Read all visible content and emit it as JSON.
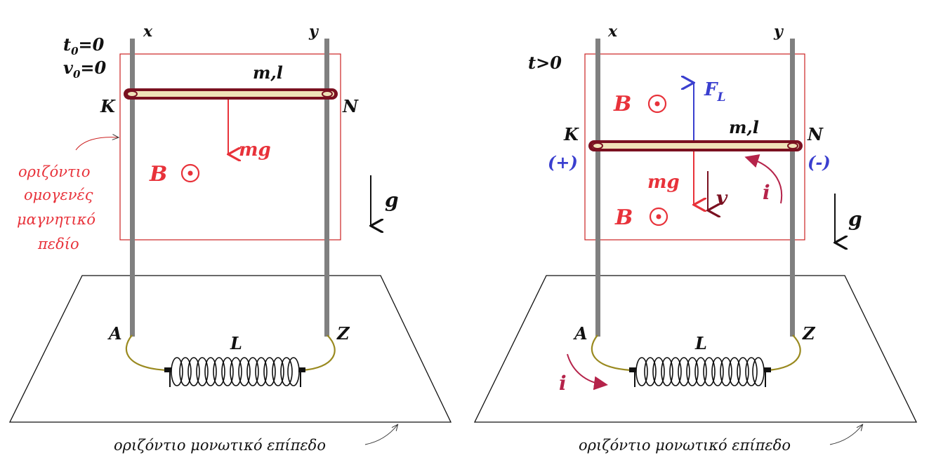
{
  "colors": {
    "field_box": "#cc2222",
    "rail": "#808080",
    "rod_outline": "#7a1020",
    "rod_fill": "#f0e2b8",
    "wire": "#9a8a20",
    "red": "#e8323a",
    "blue": "#3a3fcf",
    "crimson": "#b5234a"
  },
  "left": {
    "label_x": "x",
    "label_y": "y",
    "t0": "t",
    "t0_sub": "0",
    "t0_rest": "=0",
    "v0": "v",
    "v0_sub": "0",
    "v0_rest": "=0",
    "ml": "m,l",
    "K": "K",
    "N": "N",
    "mg": "mg",
    "B": "B",
    "g": "g",
    "A": "A",
    "Z": "Z",
    "L": "L",
    "field_note": [
      "οριζόντιο",
      "ομογενές",
      "μαγνητικό",
      "πεδίο"
    ],
    "plane_note": "οριζόντιο μονωτικό επίπεδο"
  },
  "right": {
    "label_x": "x",
    "label_y": "y",
    "t": "t>0",
    "FL": "F",
    "FL_sub": "L",
    "B1": "B",
    "B2": "B",
    "K": "K",
    "N": "N",
    "ml": "m,l",
    "plus": "(+)",
    "minus": "(-)",
    "mg": "mg",
    "v": "v",
    "i_top": "i",
    "i_bottom": "i",
    "g": "g",
    "A": "A",
    "Z": "Z",
    "L": "L",
    "plane_note": "οριζόντιο μονωτικό επίπεδο"
  }
}
